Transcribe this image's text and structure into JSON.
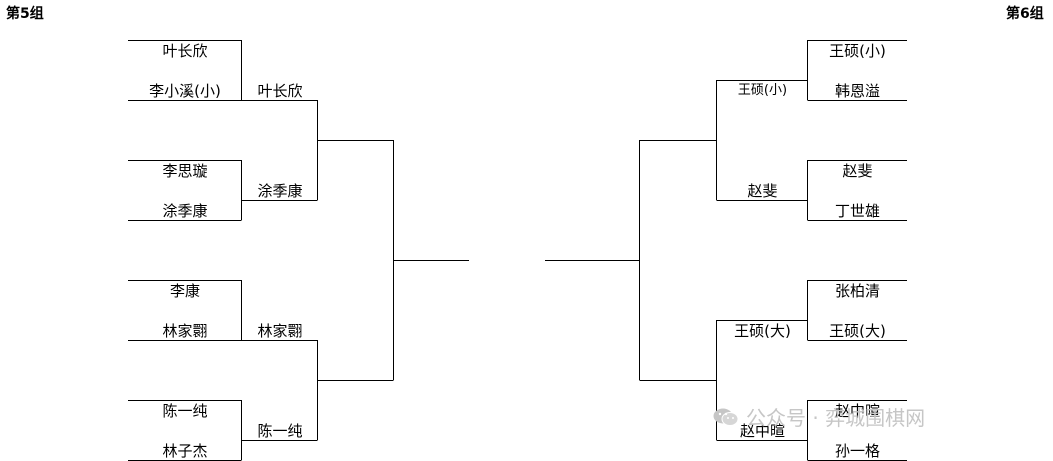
{
  "groups": {
    "left": {
      "title": "第5组",
      "r1": [
        [
          "叶长欣",
          "李小溪(小)"
        ],
        [
          "李思璇",
          "涂季康"
        ],
        [
          "李康",
          "林家翾"
        ],
        [
          "陈一纯",
          "林子杰"
        ]
      ],
      "r2": [
        "叶长欣",
        "涂季康",
        "林家翾",
        "陈一纯"
      ]
    },
    "right": {
      "title": "第6组",
      "r1": [
        [
          "王硕(小)",
          "韩恩溢"
        ],
        [
          "赵斐",
          "丁世雄"
        ],
        [
          "张柏清",
          "王硕(大)"
        ],
        [
          "赵中暄",
          "孙一格"
        ]
      ],
      "r2": [
        "王硕(小)",
        "赵斐",
        "王硕(大)",
        "赵中暄"
      ]
    }
  },
  "watermark": {
    "text": "公众号 · 弈城围棋网",
    "icon": "wechat-icon"
  }
}
